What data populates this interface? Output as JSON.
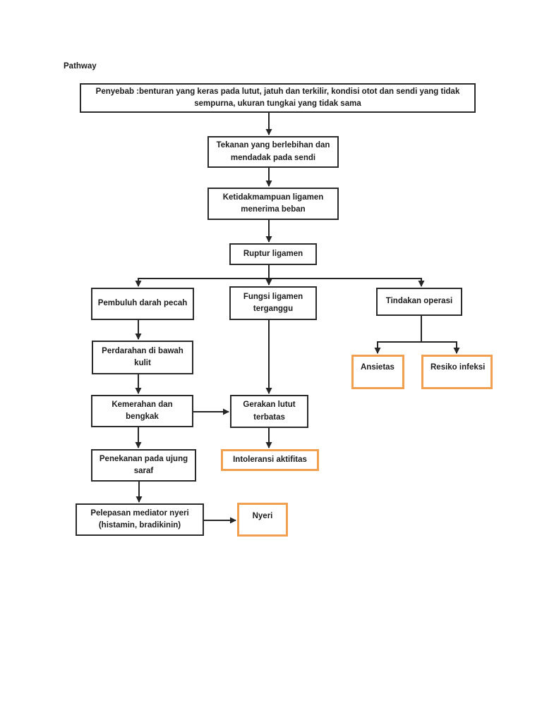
{
  "page": {
    "title": "Pathway"
  },
  "flowchart": {
    "colors": {
      "accent_orange": "#f0a04f",
      "box_border": "#2b2b2b",
      "line": "#262626"
    },
    "nodes": {
      "penyebab": "Penyebab :benturan yang keras pada lutut, jatuh dan terkilir, kondisi otot dan sendi yang tidak sempurna, ukuran tungkai yang tidak sama",
      "tekanan": "Tekanan yang berlebihan dan mendadak pada sendi",
      "ketidakmampuan": "Ketidakmampuan ligamen menerima beban",
      "ruptur": "Ruptur ligamen",
      "pembuluh": "Pembuluh darah pecah",
      "fungsi": "Fungsi ligamen terganggu",
      "tindakan": "Tindakan operasi",
      "perdarahan": "Perdarahan di bawah kulit",
      "kemerahan": "Kemerahan dan bengkak",
      "gerakan": "Gerakan lutut terbatas",
      "penekanan": "Penekanan pada ujung saraf",
      "pelepasan": "Pelepasan mediator nyeri (histamin, bradikinin)",
      "ansietas": "Ansietas",
      "resiko": "Resiko infeksi",
      "intoleransi": "Intoleransi aktifitas",
      "nyeri": "Nyeri"
    }
  }
}
